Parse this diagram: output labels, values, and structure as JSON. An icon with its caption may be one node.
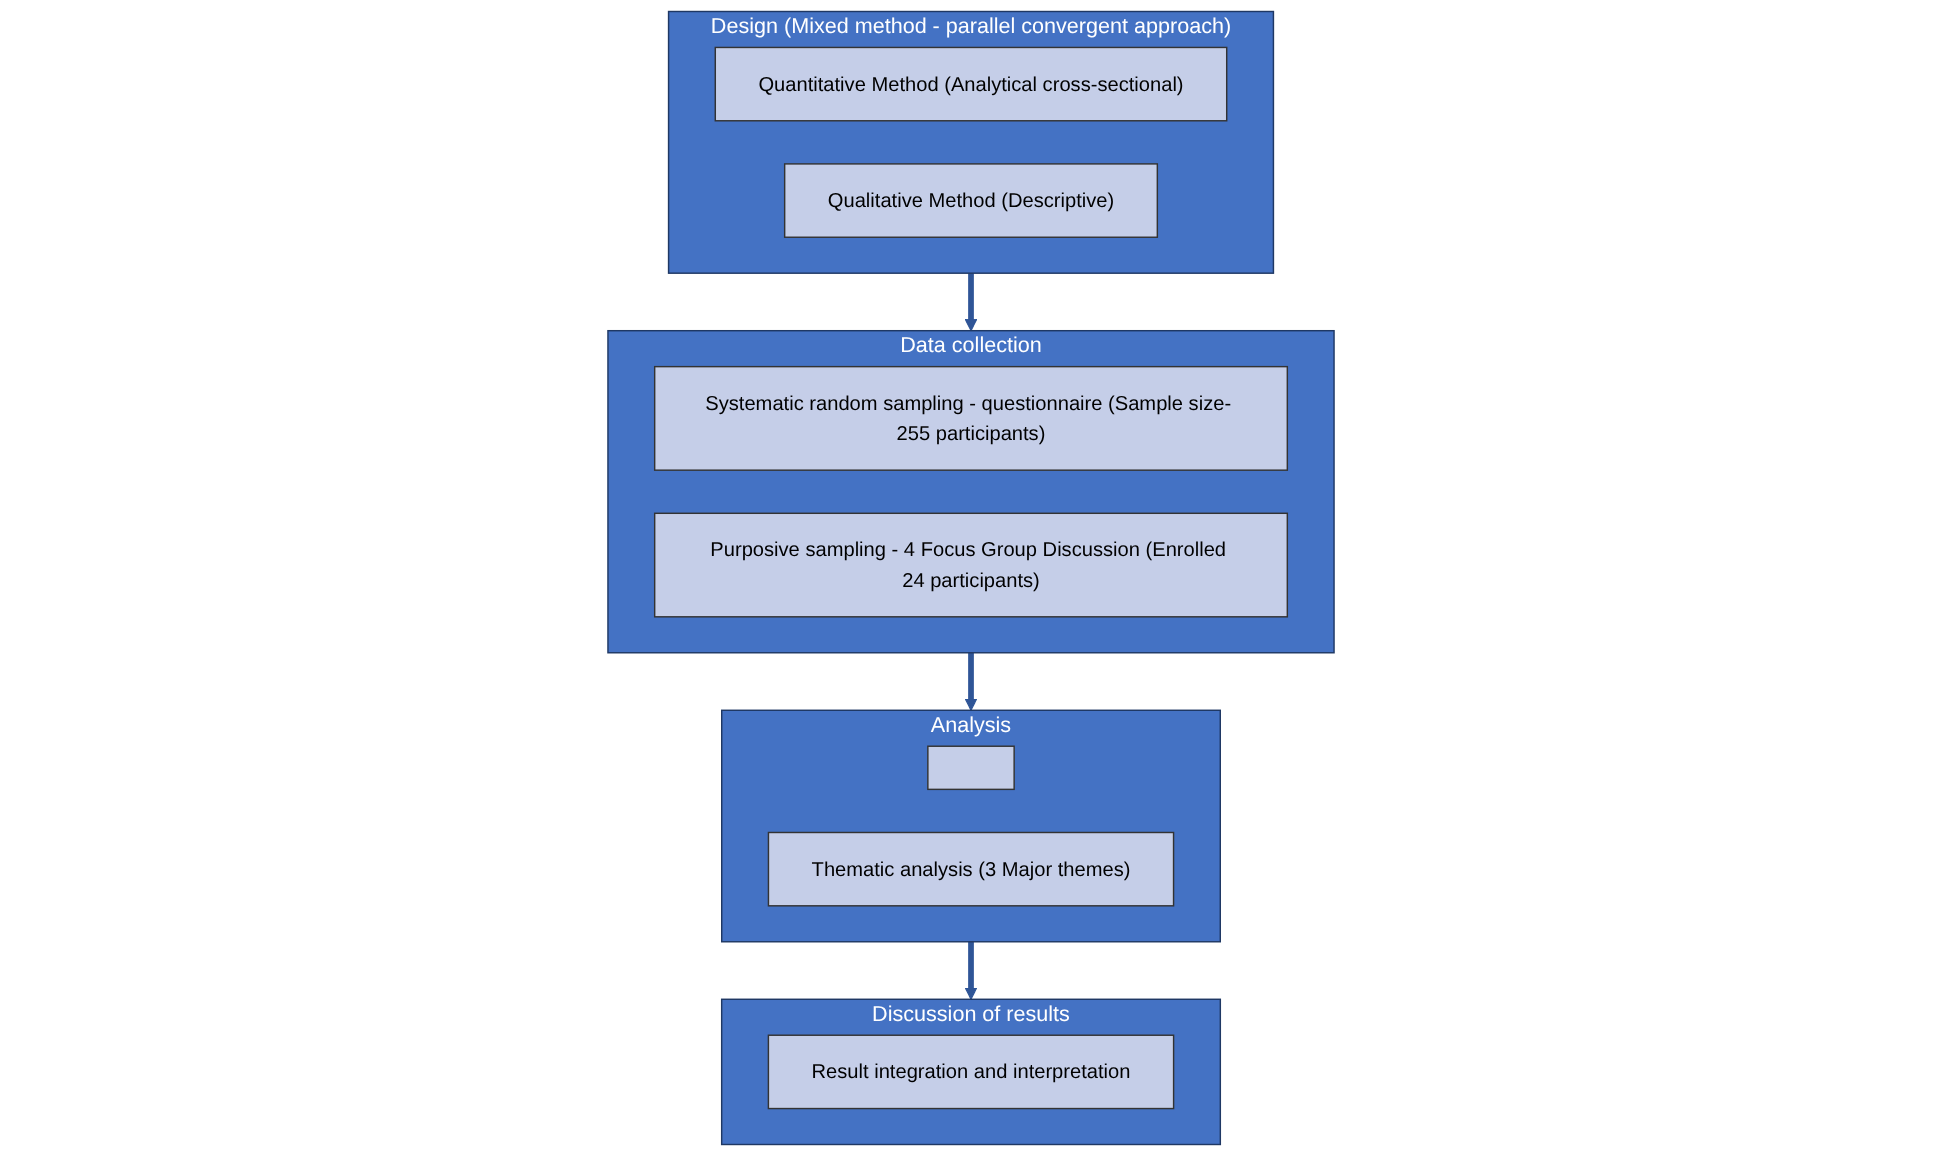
{
  "diagram": {
    "nodes": [
      {
        "text": [
          "Design (Mixed method - parallel convergent approach)"
        ]
      },
      {
        "text": [
          "Quantitative Method (Analytical cross-sectional)"
        ],
        "in": 0
      },
      {
        "text": [
          "Qualitative Method (Descriptive)"
        ],
        "in": 0
      },
      {
        "text": [
          "Data collection"
        ]
      },
      {
        "text": [
          "Systematic random sampling - questionnaire (Sample size- 255 participants)"
        ],
        "in": 3
      },
      {
        "text": [
          "Purposive sampling - 4 Focus Group Discussion (Enrolled 24 participants)"
        ],
        "in": 3
      },
      {
        "text": [
          "Analysis"
        ]
      },
      {
        "text": [],
        "shape": "box",
        "in": 6
      },
      {
        "text": [
          "Thematic analysis (3 Major themes)"
        ],
        "in": 6
      },
      {
        "text": [
          "Discussion of results"
        ]
      },
      {
        "text": [
          "Result integration and interpretation"
        ],
        "in": 9
      }
    ],
    "edges": [
      {
        "from": 0,
        "to": 3,
        "arrow": "to"
      },
      {
        "from": 3,
        "to": 6,
        "arrow": "to"
      },
      {
        "from": 6,
        "to": 9,
        "arrow": "to"
      }
    ]
  }
}
